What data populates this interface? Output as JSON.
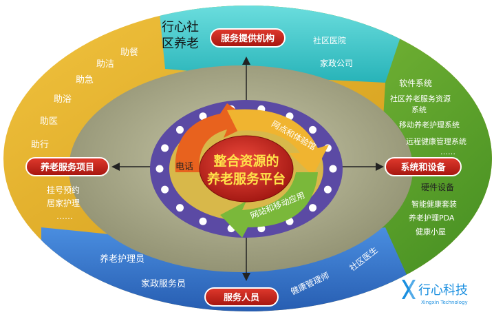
{
  "center": {
    "line1": "整合资源的",
    "line2": "养老服务平台"
  },
  "ring_labels": {
    "top_arrow": "网点和体验馆",
    "bottom_arrow": "网站和移动应用",
    "left_arrow": "电话"
  },
  "top": {
    "header": "服务提供机构",
    "brand_line1": "行心社",
    "brand_line2": "区养老",
    "items": [
      "社区医院",
      "家政公司"
    ]
  },
  "left": {
    "header": "养老服务项目",
    "items_above": [
      "助餐",
      "助洁",
      "助急",
      "助浴",
      "助医",
      "助行"
    ],
    "items_below": [
      "挂号预约",
      "居家护理",
      "……"
    ]
  },
  "right": {
    "header": "系统和设备",
    "software_title": "软件系统",
    "software_items": [
      "社区养老服务资源",
      "系统",
      "移动养老护理系统",
      "远程健康管理系统",
      "……"
    ],
    "hardware_title": "硬件设备",
    "hardware_items": [
      "智能健康套装",
      "养老护理PDA",
      "健康小屋"
    ]
  },
  "bottom": {
    "header": "服务人员",
    "items": [
      "养老护理员",
      "家政服务员",
      "健康管理师",
      "社区医生"
    ]
  },
  "logo": {
    "name": "行心科技",
    "subtitle": "Xingxin Technology"
  },
  "colors": {
    "teal": "#35c4c6",
    "green": "#6fae2b",
    "blue": "#2f6fc7",
    "gold": "#e0a817",
    "red": "#c8231c",
    "purple": "#5b4aa4",
    "olive": "#a8a888",
    "orange": "#f0a020",
    "logo_blue": "#1a8fe0"
  }
}
